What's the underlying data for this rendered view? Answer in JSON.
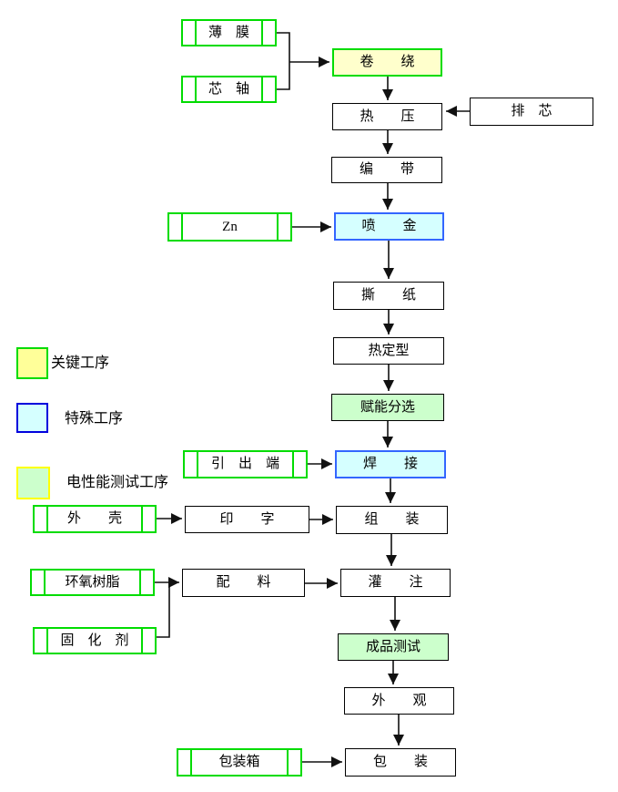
{
  "legend": {
    "items": [
      {
        "label": "关键工序",
        "swatch": "yellow-green-border"
      },
      {
        "label": "特殊工序",
        "swatch": "lightblue-blue-border"
      },
      {
        "label": "电性能测试工序",
        "swatch": "lightgreen-yellow-border"
      }
    ]
  },
  "nodes": {
    "thin_film": {
      "label": "薄　膜"
    },
    "mandrel": {
      "label": "芯　轴"
    },
    "winding": {
      "label": "卷　　绕"
    },
    "hot_press": {
      "label": "热　　压"
    },
    "core_arrange": {
      "label": "排　芯"
    },
    "taping": {
      "label": "编　　带"
    },
    "zn": {
      "label": "Zn"
    },
    "metal_spray": {
      "label": "喷　　金"
    },
    "tear_paper": {
      "label": "撕　　纸"
    },
    "heat_setting": {
      "label": "热定型"
    },
    "energize_sort": {
      "label": "赋能分选"
    },
    "lead_terminal": {
      "label": "引　出　端"
    },
    "welding": {
      "label": "焊　　接"
    },
    "casing": {
      "label": "外　　壳"
    },
    "printing": {
      "label": "印　　字"
    },
    "assembly": {
      "label": "组　　装"
    },
    "epoxy_resin": {
      "label": "环氧树脂"
    },
    "batching": {
      "label": "配　　料"
    },
    "curing_agent": {
      "label": "固　化　剂"
    },
    "potting": {
      "label": "灌　　注"
    },
    "product_test": {
      "label": "成品测试"
    },
    "appearance": {
      "label": "外　　观"
    },
    "packing_box": {
      "label": "包装箱"
    },
    "packaging": {
      "label": "包　　装"
    }
  },
  "colors": {
    "process_border": "#000000",
    "input_border": "#00DC00",
    "key_fill": "#FFFFCC",
    "special_fill": "#D5FFFF",
    "special_border": "#3366FF",
    "test_fill": "#CCFFCC",
    "legend_key_fill": "#FFFF99",
    "legend_special_border": "#0000DD",
    "legend_test_border": "#FFFF00",
    "connector": "#111111"
  }
}
